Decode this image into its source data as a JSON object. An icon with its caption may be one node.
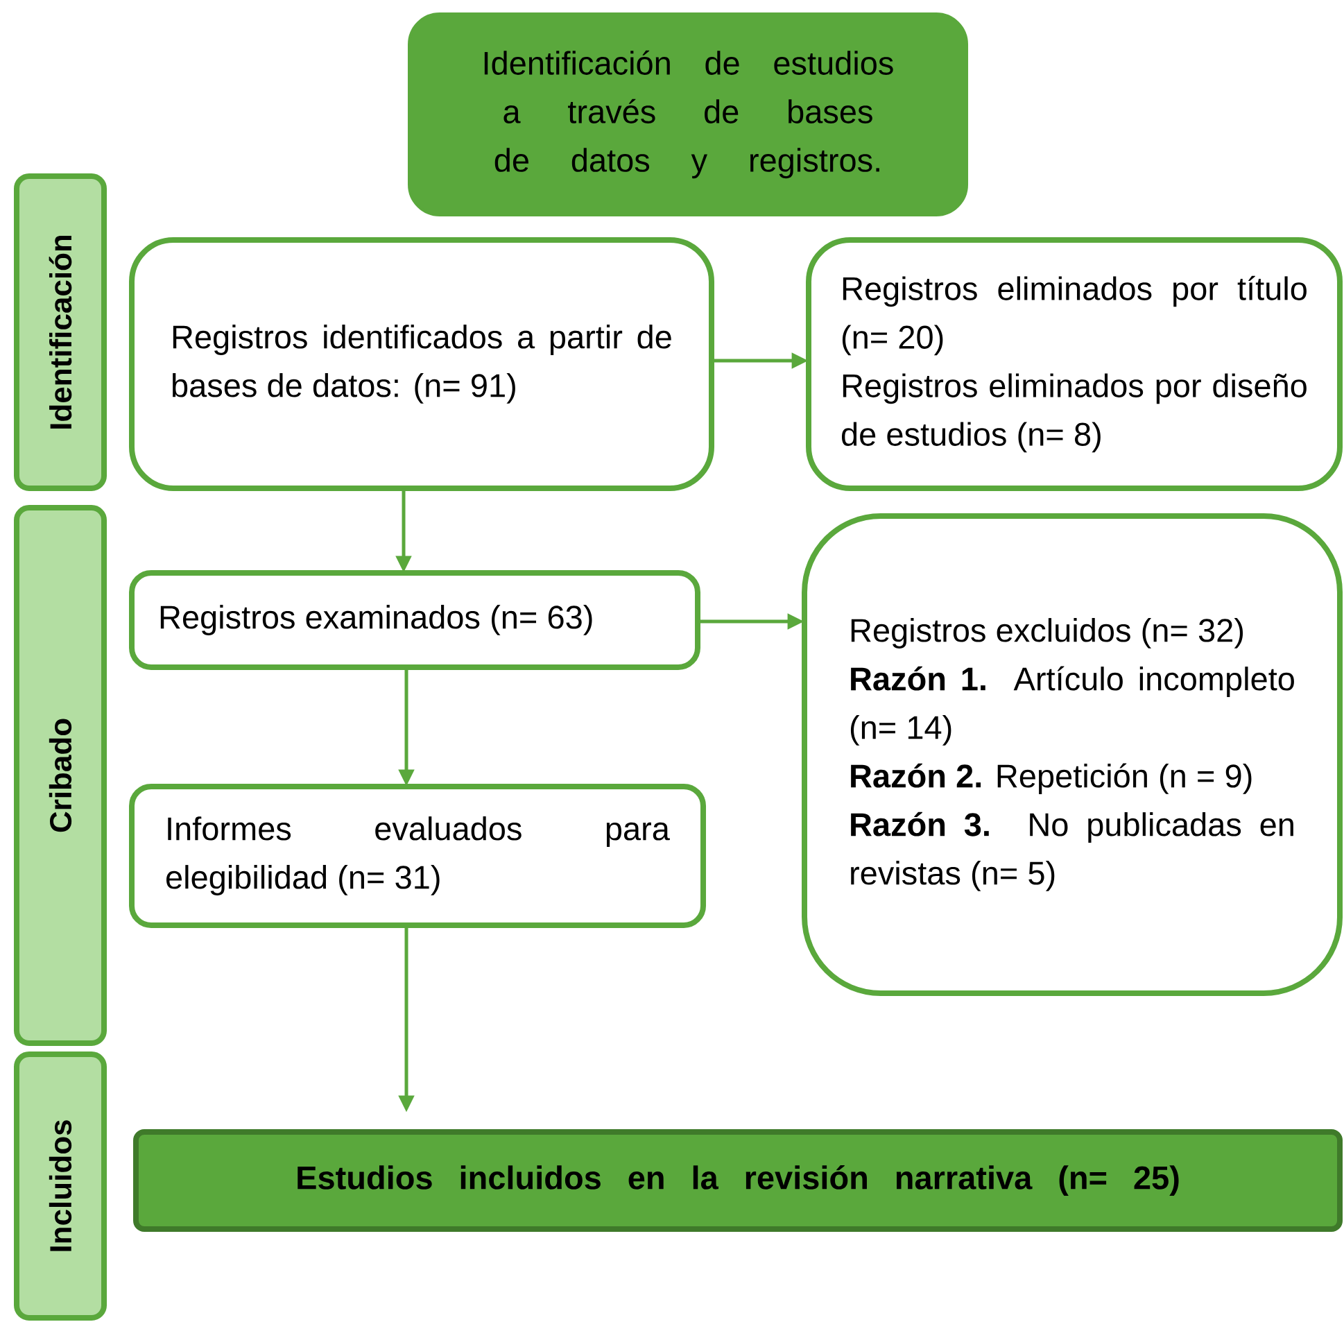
{
  "diagram": {
    "nodes": [
      {
        "text": [
          "Identificación de estudios a través de bases de datos y registros."
        ]
      },
      {
        "text": [
          "Identificación"
        ]
      },
      {
        "text": [
          "Cribado"
        ]
      },
      {
        "text": [
          "Incluidos"
        ]
      },
      {
        "text": [
          "Registros identificados a partir de bases de datos: (n= 91)"
        ]
      },
      {
        "text": [
          "Registros eliminados por título (n= 20)",
          "Registros eliminados por diseño de estudios (n= 8)"
        ]
      },
      {
        "text": [
          "Registros examinados (n= 63)"
        ]
      },
      {
        "text": [
          "Registros excluidos (n= 32)",
          "**Razón 1.** Artículo incompleto (n= 14)",
          "**Razón 2.** Repetición (n = 9)",
          "**Razón 3.** No publicadas en revistas (n= 5)"
        ]
      },
      {
        "text": [
          "Informes evaluados para elegibilidad (n= 31)"
        ]
      },
      {
        "text": [
          "Estudios incluidos en la revisión narrativa (n= 25)"
        ]
      }
    ],
    "edges": [
      {
        "from": 4,
        "to": 5,
        "arrow": "to"
      },
      {
        "from": 4,
        "to": 6,
        "arrow": "to"
      },
      {
        "from": 6,
        "to": 7,
        "arrow": "to"
      },
      {
        "from": 6,
        "to": 8,
        "arrow": "to"
      },
      {
        "from": 8,
        "to": 9,
        "arrow": "to"
      }
    ]
  }
}
